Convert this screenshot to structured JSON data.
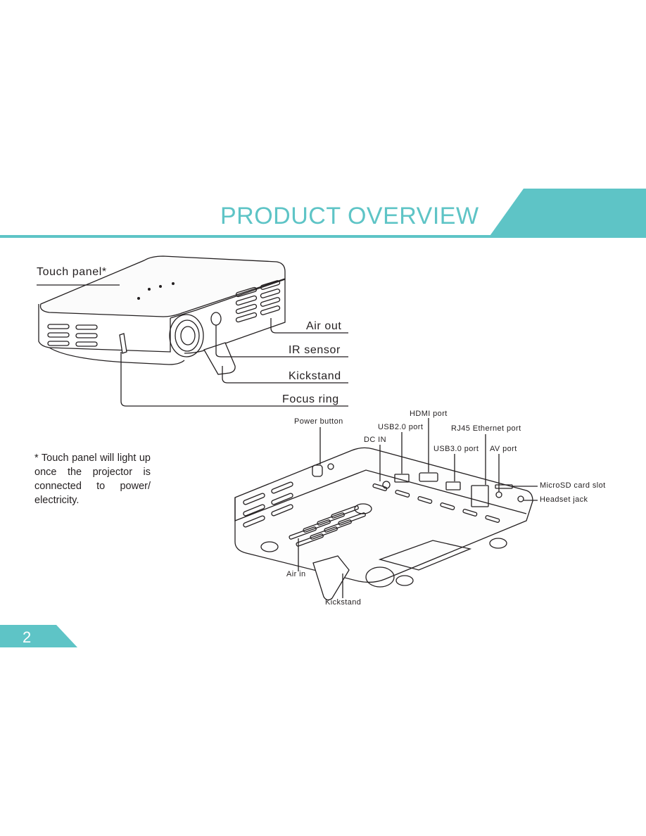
{
  "page": {
    "title": "PRODUCT OVERVIEW",
    "page_number": "2",
    "accent_color": "#5ec4c6"
  },
  "top_view": {
    "labels": {
      "touch_panel": "Touch panel*",
      "air_out": "Air out",
      "ir_sensor": "IR sensor",
      "kickstand": "Kickstand",
      "focus_ring": "Focus ring"
    }
  },
  "bottom_view": {
    "labels": {
      "power_button": "Power button",
      "hdmi_port": "HDMI port",
      "usb2_port": "USB2.0 port",
      "rj45_port": "RJ45  Ethernet port",
      "dc_in": "DC IN",
      "usb3_port": "USB3.0 port",
      "av_port": "AV port",
      "microsd_slot": "MicroSD card slot",
      "headset_jack": "Headset jack",
      "air_in": "Air in",
      "kickstand": "Kickstand"
    }
  },
  "footnote": "* Touch panel will light up once the projector is connected to power/ electricity."
}
